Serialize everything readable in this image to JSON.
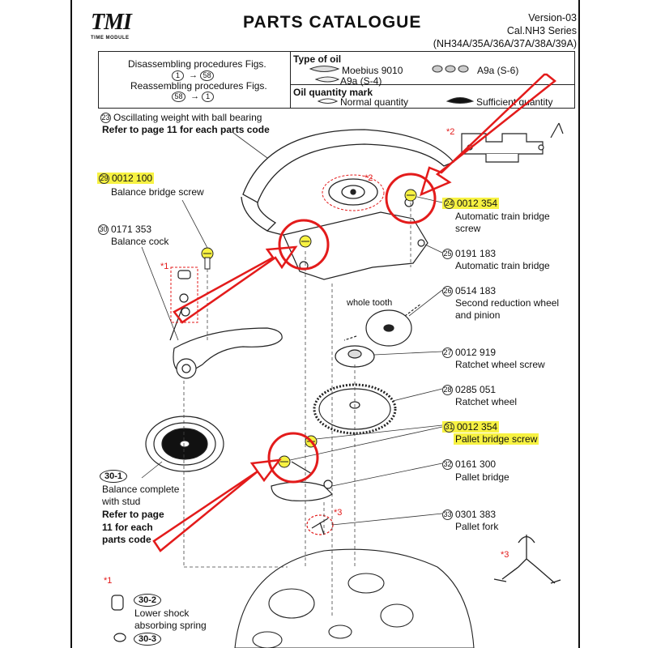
{
  "header": {
    "logo": "TMI",
    "logo_sub": "TIME MODULE",
    "title": "PARTS  CATALOGUE",
    "version_lines": [
      "Version-03",
      "Cal.NH3 Series",
      "(NH34A/35A/36A/37A/38A/39A)"
    ]
  },
  "legend": {
    "disassembling": "Disassembling procedures Figs.",
    "disassembling_from": "1",
    "disassembling_to": "58",
    "reassembling": "Reassembling procedures Figs.",
    "reassembling_from": "58",
    "reassembling_to": "1",
    "arrow": "→",
    "oil_type_title": "Type of oil",
    "oil_moebius": "Moebius 9010",
    "oil_a9a_s6": "A9a (S-6)",
    "oil_a9a_s4": "A9a (S-4)",
    "oil_qty_title": "Oil quantity mark",
    "oil_normal": "Normal quantity",
    "oil_sufficient": "Sufficient quantity"
  },
  "parts": {
    "p23_num": "23",
    "p23_label": "Oscillating weight with ball bearing",
    "p23_ref": "Refer to page 11 for each parts code",
    "p29_num": "29",
    "p29_code": "0012 100",
    "p29_label": "Balance bridge screw",
    "p30_num": "30",
    "p30_code": "0171 353",
    "p30_label": "Balance cock",
    "p24_num": "24",
    "p24_code": "0012 354",
    "p24_label_1": "Automatic train bridge",
    "p24_label_2": "screw",
    "p25_num": "25",
    "p25_code": "0191 183",
    "p25_label": "Automatic train bridge",
    "p26_num": "26",
    "p26_code": "0514 183",
    "p26_label_1": "Second reduction wheel",
    "p26_label_2": "and pinion",
    "whole_tooth": "whole tooth",
    "p27_num": "27",
    "p27_code": "0012 919",
    "p27_label": "Ratchet wheel screw",
    "p28_num": "28",
    "p28_code": "0285 051",
    "p28_label": "Ratchet wheel",
    "p31_num": "31",
    "p31_code": "0012 354",
    "p31_label": "Pallet bridge screw",
    "p32_num": "32",
    "p32_code": "0161 300",
    "p32_label": "Pallet bridge",
    "p33_num": "33",
    "p33_code": "0301 383",
    "p33_label": "Pallet fork",
    "p30_1_num": "30-1",
    "p30_1_label_1": "Balance complete",
    "p30_1_label_2": "with stud",
    "p30_1_ref_1": "Refer to page",
    "p30_1_ref_2": "11 for each",
    "p30_1_ref_3": "parts code",
    "p30_2_num": "30-2",
    "p30_2_label_1": "Lower shock",
    "p30_2_label_2": "absorbing spring",
    "p30_3_num": "30-3"
  },
  "marks": {
    "star1": "*1",
    "star2": "*2",
    "star3": "*3"
  },
  "colors": {
    "highlight": "#f7f242",
    "annotation_red": "#e31b1b",
    "ink": "#111111"
  }
}
